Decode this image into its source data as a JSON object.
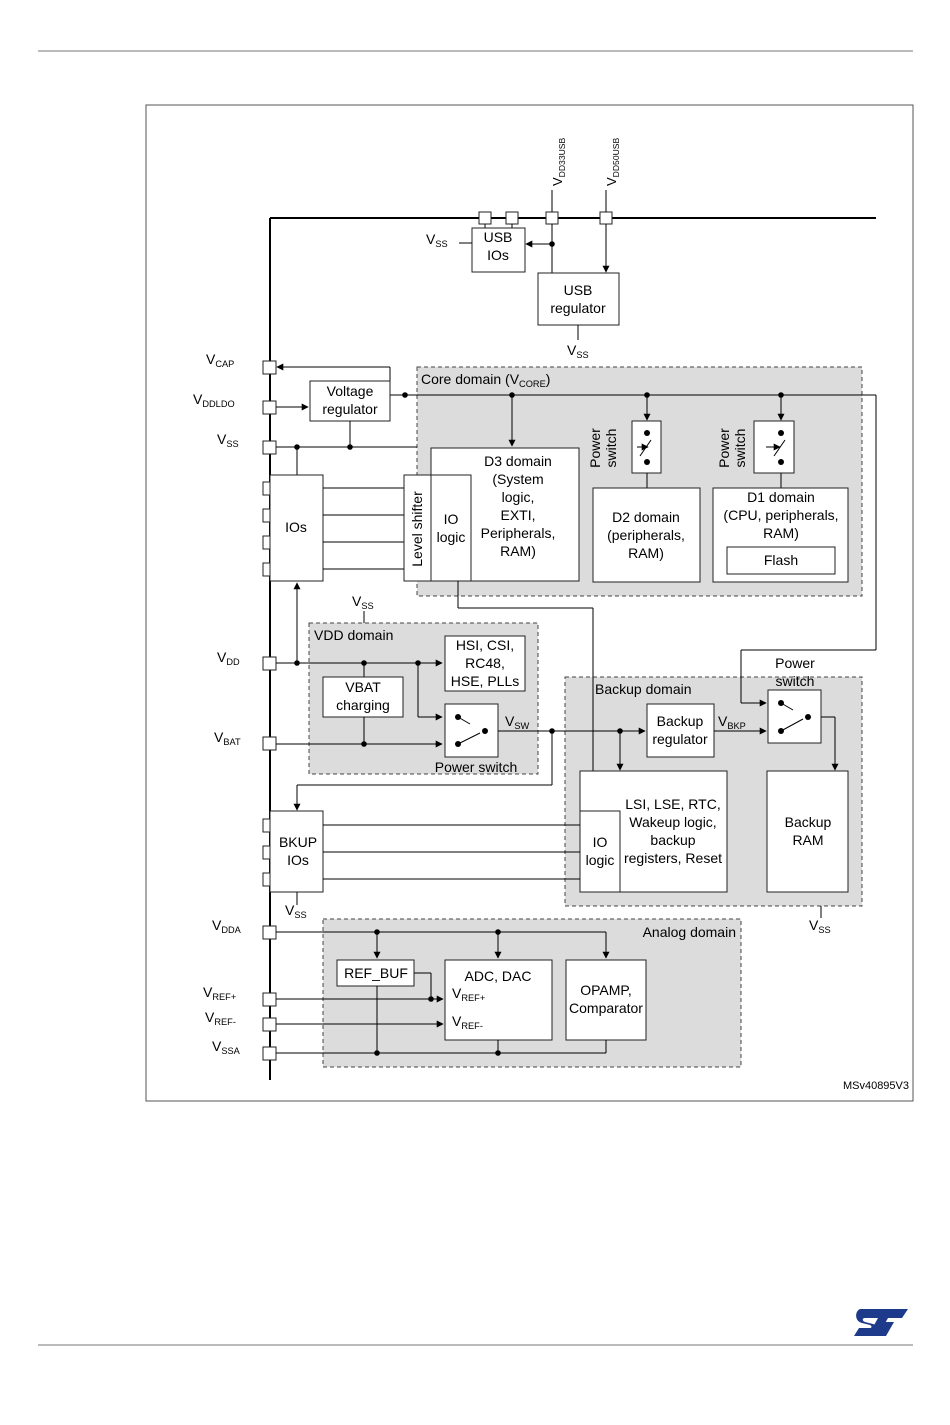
{
  "diagram": {
    "reference": "MSv40895V3",
    "pins": {
      "vdd33usb": "V|DD33USB",
      "vdd50usb": "V|DD50USB",
      "vss_usb": "V|SS",
      "vss_usbreg": "V|SS",
      "vcap": "V|CAP",
      "vddldo": "V|DDLDO",
      "vss_core": "V|SS",
      "vss_vdd": "V|SS",
      "vdd": "V|DD",
      "vbat": "V|BAT",
      "vss_bkup": "V|SS",
      "vss_backup": "V|SS",
      "vdda": "V|DDA",
      "vref_plus": "V|REF+",
      "vref_minus": "V|REF-",
      "vssa": "V|SSA",
      "vsw": "V|SW",
      "vbkp": "V|BKP"
    },
    "domains": {
      "core": "Core domain (V|CORE|)",
      "vdd": "VDD domain",
      "backup": "Backup domain",
      "analog": "Analog domain"
    },
    "blocks": {
      "usb_ios": [
        "USB",
        "IOs"
      ],
      "usb_regulator": [
        "USB",
        "regulator"
      ],
      "voltage_regulator": [
        "Voltage",
        "regulator"
      ],
      "d3": [
        "D3 domain",
        "(System",
        "logic,",
        "EXTI,",
        "Peripherals,",
        "RAM)"
      ],
      "d2": [
        "D2 domain",
        "(peripherals,",
        "RAM)"
      ],
      "d1": [
        "D1 domain",
        "(CPU, peripherals,",
        "RAM)"
      ],
      "flash": "Flash",
      "power_switch_d2": [
        "Power",
        "switch"
      ],
      "power_switch_d1": [
        "Power",
        "switch"
      ],
      "level_shifter": "Level shifter",
      "io_logic": [
        "IO",
        "logic"
      ],
      "ios": "IOs",
      "oscillators": [
        "HSI, CSI,",
        "RC48,",
        "HSE, PLLs"
      ],
      "vbat_charging": [
        "VBAT",
        "charging"
      ],
      "power_switch_vdd": "Power switch",
      "backup_regulator": [
        "Backup",
        "regulator"
      ],
      "power_switch_backup": [
        "Power",
        "switch"
      ],
      "lsi_block": [
        "LSI, LSE, RTC,",
        "Wakeup logic,",
        "backup",
        "registers, Reset"
      ],
      "io_logic_backup": [
        "IO",
        "logic"
      ],
      "backup_ram": [
        "Backup",
        "RAM"
      ],
      "bkup_ios": [
        "BKUP",
        "IOs"
      ],
      "ref_buf": "REF_BUF",
      "adc_dac": "ADC, DAC",
      "adc_vref_plus": "V|REF+",
      "adc_vref_minus": "V|REF-",
      "opamp": [
        "OPAMP,",
        "Comparator"
      ]
    }
  }
}
